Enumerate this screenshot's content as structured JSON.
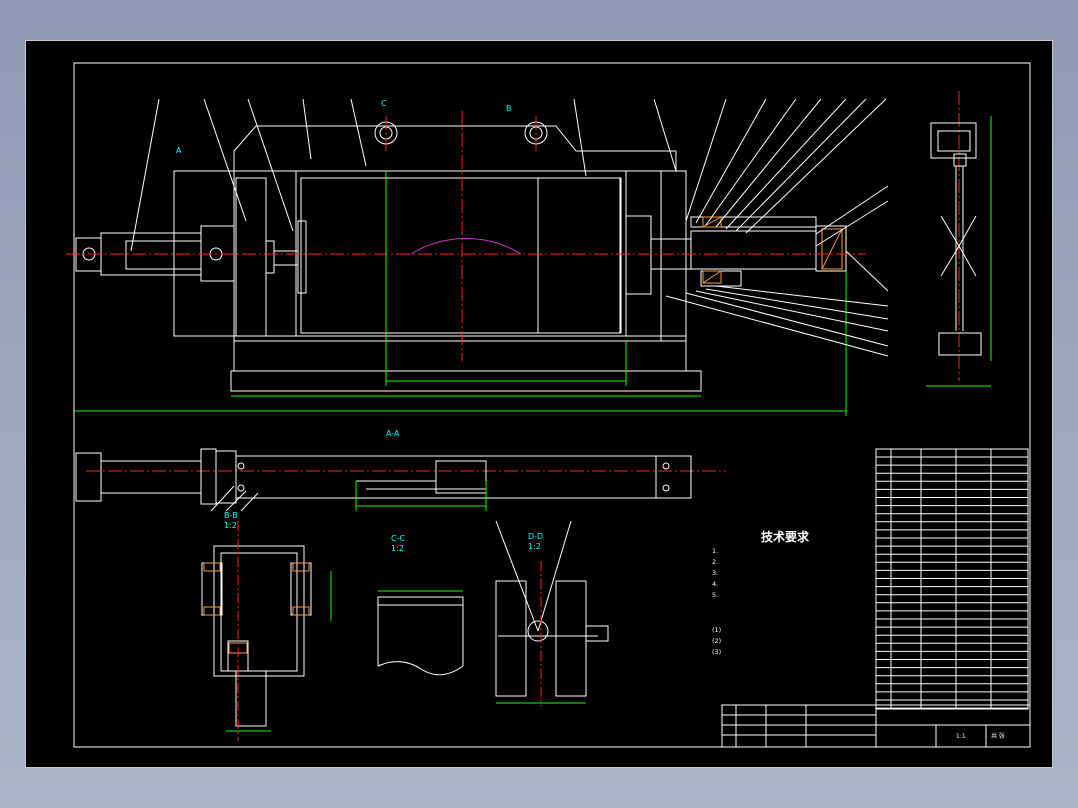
{
  "drawing": {
    "view_labels": {
      "section_aa": "A-A",
      "section_bb": "B-B",
      "section_bb_scale": "1:2",
      "section_cc": "C-C",
      "section_cc_scale": "1:2",
      "section_dd": "D-D",
      "section_dd_scale": "1:2",
      "cut_a": "A",
      "cut_b": "B",
      "cut_c": "C"
    },
    "tech_requirements": {
      "title": "技术要求",
      "lines": [
        "1.",
        "2.",
        "3.",
        "4.",
        "5.",
        "(1)",
        "(2)",
        "(3)"
      ]
    },
    "title_block": {
      "scale": "1:1",
      "sheet": "共 张"
    }
  },
  "colors": {
    "background": "#000000",
    "line_white": "#ffffff",
    "center_red": "#ff2020",
    "dim_green": "#00ff00",
    "dim_cyan": "#00ffff",
    "arc_magenta": "#cc33cc",
    "hatch_orange": "#ff9933"
  }
}
